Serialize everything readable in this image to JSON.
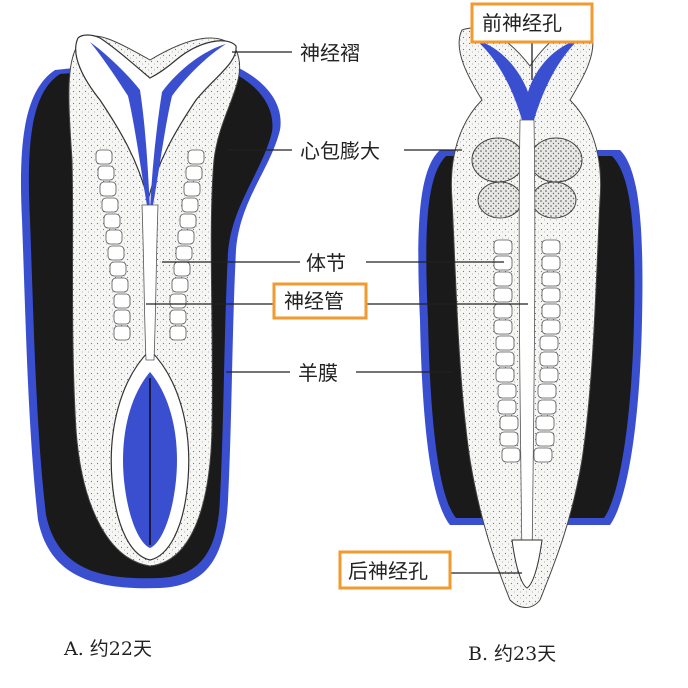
{
  "labels": {
    "neural_fold": "神经褶",
    "pericardial_bulge": "心包膨大",
    "somite": "体节",
    "neural_tube": "神经管",
    "amnion": "羊膜",
    "anterior_neuropore": "前神经孔",
    "posterior_neuropore": "后神经孔"
  },
  "captions": {
    "a": "A. 约22天",
    "b": "B. 约23天"
  },
  "colors": {
    "neural_blue": "#3a4fd0",
    "highlight_box": "#f29a2e",
    "shadow": "#1a1a1a",
    "tissue": "#f4f4f2"
  }
}
